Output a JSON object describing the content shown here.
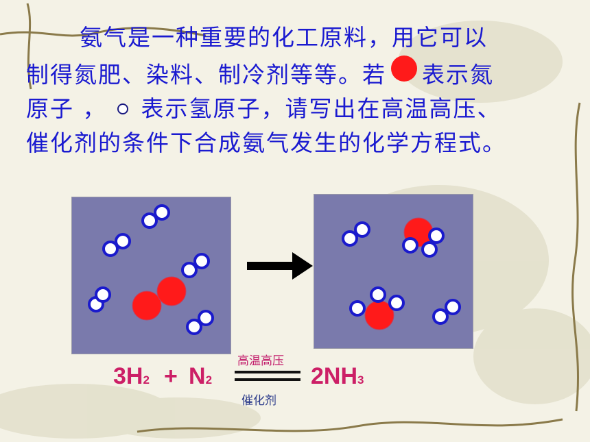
{
  "text": {
    "line1": "氨气是一种重要的化工原料，用它可以",
    "line2_before": "制得氮肥、染料、制冷剂等等。若",
    "line2_after": "表示氮",
    "line3_start": "原子 ，",
    "line3_after": "表示氢原子，请写出在高温高压、",
    "line4": "催化剂的条件下合成氨气发生的化学方程式。"
  },
  "equation": {
    "reactant1_coef_symbol": "3H",
    "reactant1_sub": "2",
    "plus": "+",
    "reactant2_symbol": "N",
    "reactant2_sub": "2",
    "product_coef_symbol": "2NH",
    "product_sub": "3",
    "condition_top": "高温高压",
    "condition_bottom": "催化剂"
  },
  "colors": {
    "text": "#1a1ad0",
    "equation": "#cc1f66",
    "panel": "#7a7aac",
    "nitrogen_atom": "#ff1a1a",
    "hydrogen_atom": "#ffffff",
    "hydrogen_border": "#1a1acc"
  },
  "icons": {
    "nitrogen_legend": "red-circle",
    "hydrogen_legend": "white-circle",
    "arrow": "right-arrow"
  }
}
